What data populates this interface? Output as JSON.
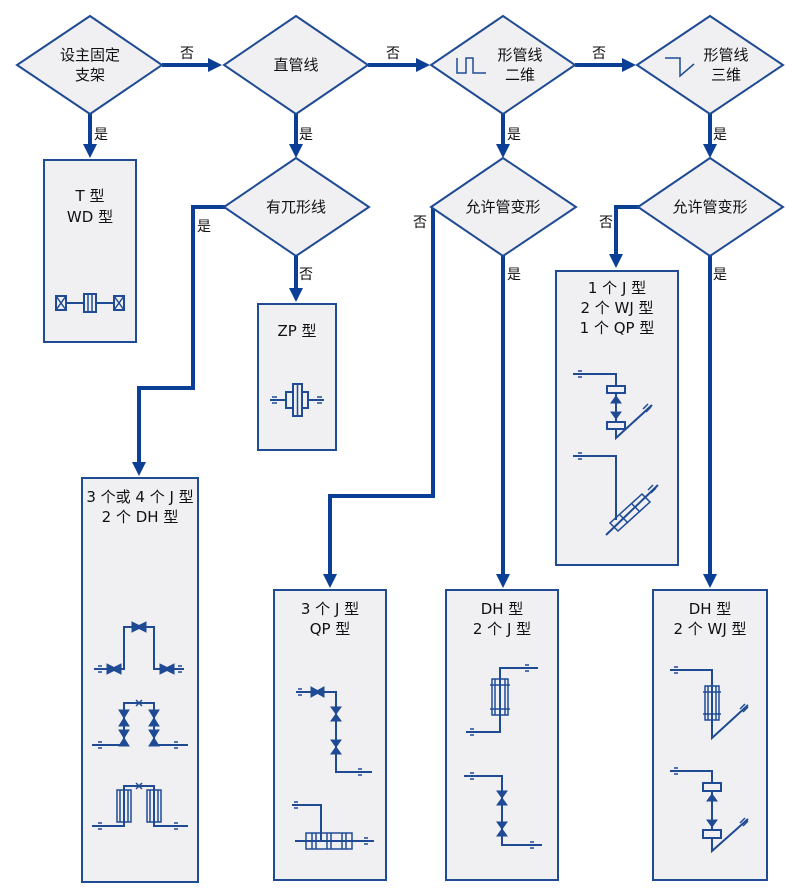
{
  "colors": {
    "flow": "#0a3f95",
    "outline": "#1f4a94",
    "shape_fill": "#f0f0f2",
    "text": "#111111"
  },
  "decisions": {
    "main_support": {
      "lines": [
        "设主固定",
        "支架"
      ]
    },
    "straight_pipe": {
      "lines": [
        "直管线"
      ]
    },
    "two_d": {
      "lines": [
        "形管线",
        "二维"
      ],
      "icon": "two-d-pipe-shape-icon"
    },
    "three_d": {
      "lines": [
        "形管线",
        "三维"
      ],
      "icon": "three-d-pipe-shape-icon"
    },
    "pi_shape": {
      "lines": [
        "有兀形线"
      ]
    },
    "allow_deform_2d": {
      "lines": [
        "允许管变形"
      ]
    },
    "allow_deform_3d": {
      "lines": [
        "允许管变形"
      ]
    }
  },
  "edge_labels": {
    "yes": "是",
    "no": "否"
  },
  "results": {
    "t_wd": {
      "lines": [
        "T 型",
        "WD 型"
      ],
      "icon": "t-wd-support-icon"
    },
    "zp": {
      "lines": [
        "ZP 型"
      ],
      "icon": "zp-compensator-icon"
    },
    "pi_j_dh": {
      "lines": [
        "3 个或 4 个 J 型",
        "2 个 DH 型"
      ],
      "icon": "pi-loop-compensator-icon"
    },
    "j_qp": {
      "lines": [
        "3 个 J 型",
        "QP 型"
      ],
      "icon": "j-qp-compensator-icon"
    },
    "dh_j": {
      "lines": [
        "DH 型",
        "2 个 J 型"
      ],
      "icon": "dh-j-compensator-icon"
    },
    "j_wj_qp": {
      "lines": [
        "1 个 J 型",
        "2 个 WJ 型",
        "1 个 QP 型"
      ],
      "icon": "j-wj-qp-compensator-icon"
    },
    "dh_wj": {
      "lines": [
        "DH 型",
        "2 个 WJ 型"
      ],
      "icon": "dh-wj-compensator-icon"
    }
  }
}
